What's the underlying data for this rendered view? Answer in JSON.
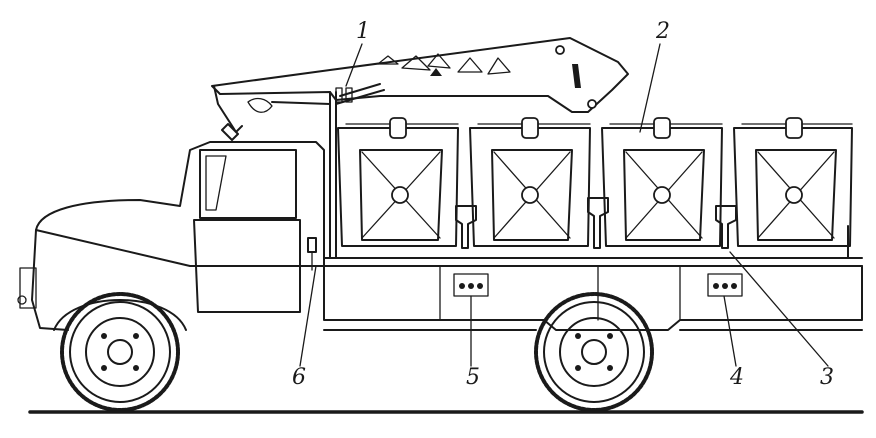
{
  "callouts": {
    "crane": "1",
    "container": "2",
    "clamp": "3",
    "socket": "4",
    "fuse_box": "5",
    "control": "6"
  }
}
